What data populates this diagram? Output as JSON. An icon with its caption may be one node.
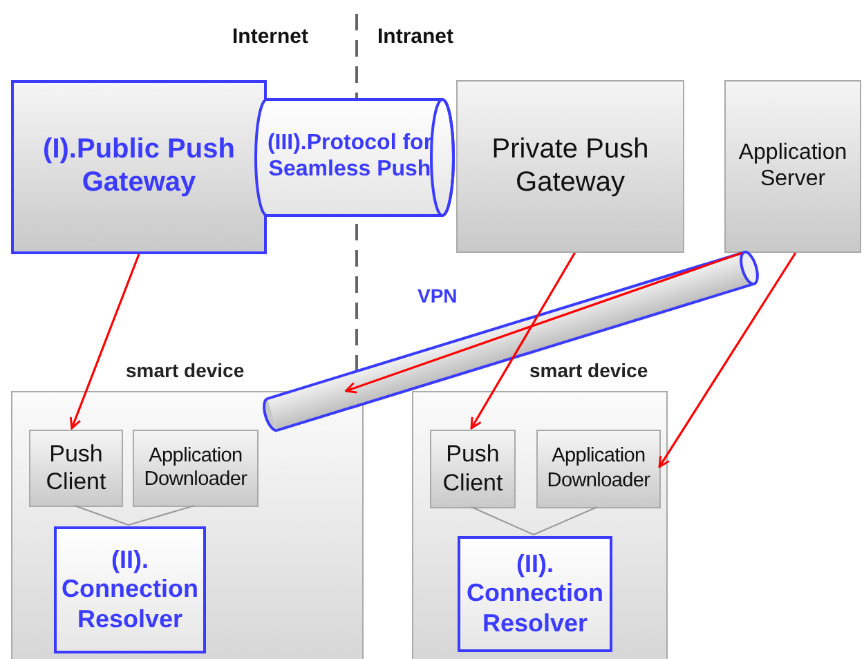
{
  "diagram": {
    "nodes": [
      {
        "text": [
          "(I).Public Push Gateway"
        ]
      },
      {
        "text": [
          "(III).Protocol for Seamless Push"
        ]
      },
      {
        "text": [
          "Private Push Gateway"
        ]
      },
      {
        "text": [
          "Application Server"
        ]
      },
      {
        "text": [
          "smart device"
        ]
      },
      {
        "text": [
          "Push Client"
        ],
        "in": 4
      },
      {
        "text": [
          "Application Downloader"
        ],
        "in": 4
      },
      {
        "text": [
          "(II). Connection Resolver"
        ],
        "in": 4
      },
      {
        "text": [
          "smart device"
        ]
      },
      {
        "text": [
          "Push Client"
        ],
        "in": 8
      },
      {
        "text": [
          "Application Downloader"
        ],
        "in": 8
      },
      {
        "text": [
          "(II). Connection Resolver"
        ],
        "in": 8
      }
    ],
    "edges": [
      {
        "from": 0,
        "to": 5,
        "arrow": "to",
        "color": "#ff0000"
      },
      {
        "from": 3,
        "to": 4,
        "arrow": "to",
        "label": "VPN",
        "color": "#ff0000"
      },
      {
        "from": 2,
        "to": 9,
        "arrow": "to",
        "color": "#ff0000"
      },
      {
        "from": 3,
        "to": 10,
        "arrow": "to",
        "color": "#ff0000"
      },
      {
        "from": 5,
        "to": 7,
        "arrow": "none",
        "color": "#999999"
      },
      {
        "from": 6,
        "to": 7,
        "arrow": "none",
        "color": "#999999"
      },
      {
        "from": 9,
        "to": 11,
        "arrow": "none",
        "color": "#999999"
      },
      {
        "from": 10,
        "to": 11,
        "arrow": "none",
        "color": "#999999"
      }
    ],
    "labels": [
      "Internet",
      "Intranet"
    ]
  }
}
